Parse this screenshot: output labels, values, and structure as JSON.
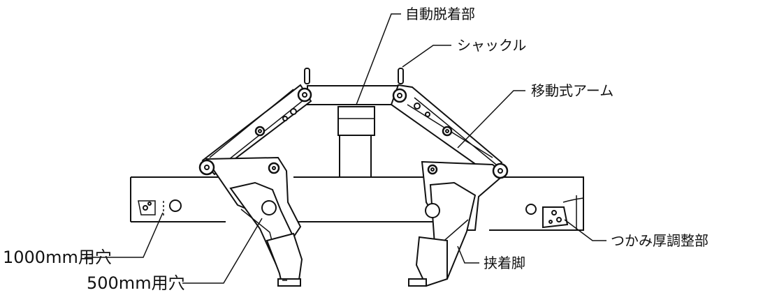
{
  "labels": {
    "auto_release": "自動脱着部",
    "shackle": "シャックル",
    "moving_arm": "移動式アーム",
    "grip_thickness_adjuster": "つかみ厚調整部",
    "clamp_leg": "挟着脚",
    "hole_1000": "1000mm用穴",
    "hole_500": "500mm用穴"
  },
  "colors": {
    "line": "#111111",
    "background": "#ffffff"
  }
}
